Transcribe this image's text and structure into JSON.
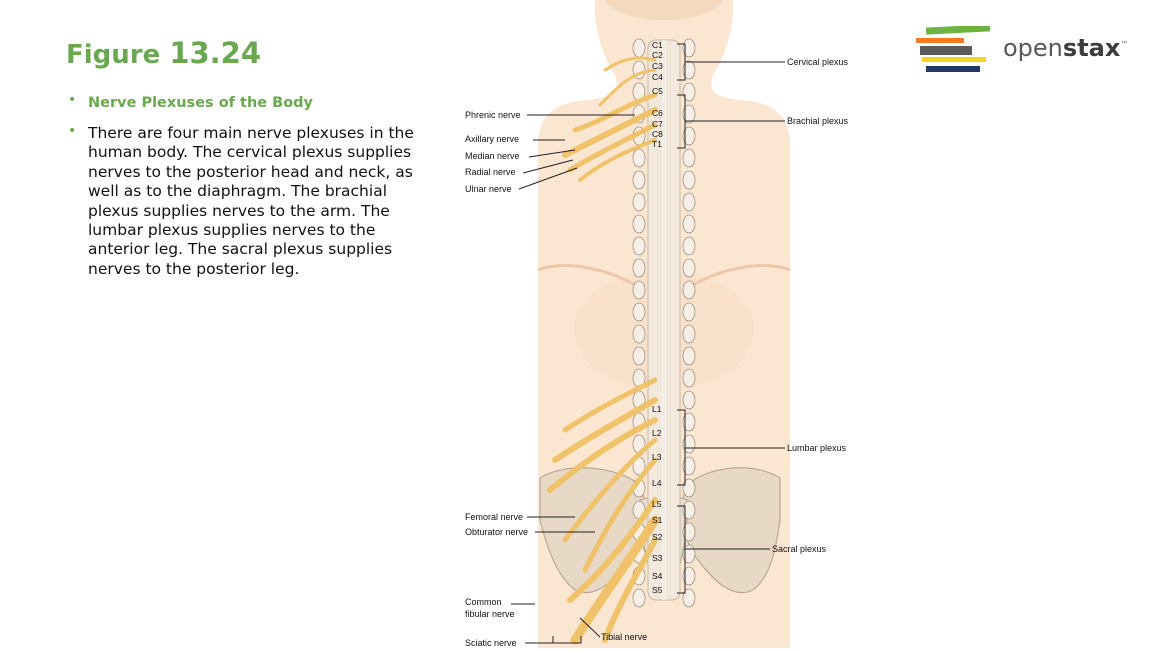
{
  "slide": {
    "title_word": "Figure",
    "title_number": "13.24",
    "bullets": [
      {
        "kind": "subheading",
        "text": "Nerve Plexuses of the Body"
      },
      {
        "kind": "body",
        "text": "There are four main nerve plexuses in the human body. The cervical plexus supplies nerves to the posterior head and neck, as well as to the diaphragm. The brachial plexus supplies nerves to the arm. The lumbar plexus supplies nerves to the anterior leg. The sacral plexus supplies nerves to the posterior leg."
      }
    ]
  },
  "figure": {
    "left_labels": [
      "Phrenic nerve",
      "Axillary nerve",
      "Median nerve",
      "Radial nerve",
      "Ulnar nerve",
      "Femoral nerve",
      "Obturator nerve",
      "Common",
      "fibular nerve",
      "Sciatic nerve",
      "Tibial nerve"
    ],
    "right_labels": [
      "Cervical plexus",
      "Brachial plexus",
      "Lumbar plexus",
      "Sacral plexus"
    ],
    "segments": [
      "C1",
      "C2",
      "C3",
      "C4",
      "C5",
      "C6",
      "C7",
      "C8",
      "T1",
      "L1",
      "L2",
      "L3",
      "L4",
      "L5",
      "S1",
      "S2",
      "S3",
      "S4",
      "S5"
    ]
  },
  "logo": {
    "text_light": "open",
    "text_bold": "stax",
    "tm": "™",
    "bar_colors": [
      "#6cb33f",
      "#f47b20",
      "#5b5b5b",
      "#f5d51e",
      "#21386b"
    ]
  },
  "colors": {
    "accent": "#6aa84f",
    "nerve": "#f0c36a",
    "skin": "#fbe6d2"
  }
}
